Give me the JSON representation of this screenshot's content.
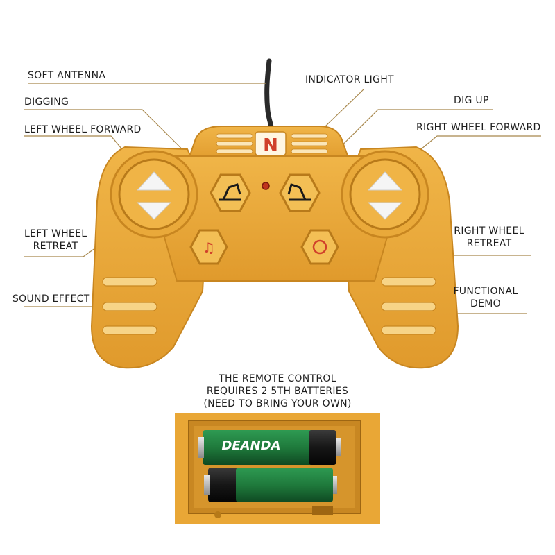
{
  "labels": {
    "soft_antenna": "SOFT ANTENNA",
    "digging": "DIGGING",
    "left_wheel_forward": "LEFT WHEEL FORWARD",
    "left_wheel_retreat_l1": "LEFT WHEEL",
    "left_wheel_retreat_l2": "RETREAT",
    "sound_effect": "SOUND EFFECT",
    "indicator_light": "INDICATOR LIGHT",
    "dig_up": "DIG UP",
    "right_wheel_forward": "RIGHT WHEEL FORWARD",
    "right_wheel_retreat_l1": "RIGHT WHEEL",
    "right_wheel_retreat_l2": "RETREAT",
    "functional_demo_l1": "FUNCTIONAL",
    "functional_demo_l2": "DEMO"
  },
  "caption": {
    "line1": "THE REMOTE CONTROL",
    "line2": "REQUIRES 2 5TH BATTERIES",
    "line3": "(NEED TO BRING YOUR OWN)"
  },
  "controller": {
    "logo_letter": "N",
    "battery_brand": "DEANDA"
  },
  "colors": {
    "body": "#e8a636",
    "body_dark": "#c88620",
    "body_light": "#f3c15c",
    "leader_line": "#a7874c",
    "battery_green": "#1f7a3c",
    "battery_black": "#161616",
    "indicator": "#c0341d"
  }
}
